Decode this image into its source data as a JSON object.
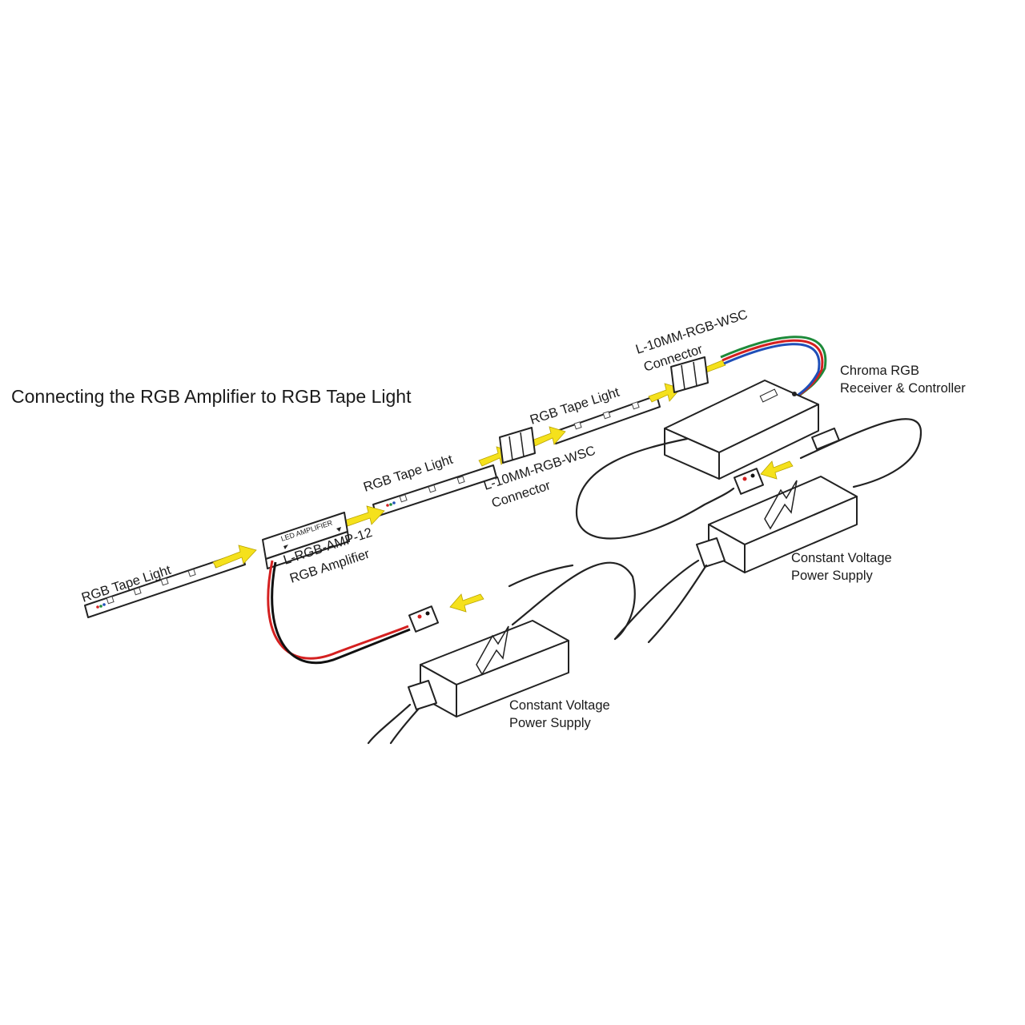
{
  "diagram": {
    "title": "Connecting the RGB Amplifier to RGB Tape Light",
    "labels": {
      "tape_light_1": "RGB Tape Light",
      "tape_light_2": "RGB Tape Light",
      "tape_light_3": "RGB Tape Light",
      "amplifier_model": "L-RGB-AMP-12",
      "amplifier_name": "RGB Amplifier",
      "amplifier_box_text": "LED AMPLIFIER",
      "connector_mid_model": "L-10MM-RGB-WSC",
      "connector_mid_name": "Connector",
      "connector_top_model": "L-10MM-RGB-WSC",
      "connector_top_name": "Connector",
      "controller_line1": "Chroma RGB",
      "controller_line2": "Receiver & Controller",
      "psu_right_line1": "Constant Voltage",
      "psu_right_line2": "Power Supply",
      "psu_bottom_line1": "Constant Voltage",
      "psu_bottom_line2": "Power Supply"
    },
    "colors": {
      "arrow": "#f5e11c",
      "wire_red": "#d42020",
      "wire_black": "#111111",
      "wire_green": "#1e8a3a",
      "wire_blue": "#1f4fb8",
      "outline": "#222222"
    },
    "icons": [
      "lightning-icon",
      "lightning-icon"
    ]
  }
}
